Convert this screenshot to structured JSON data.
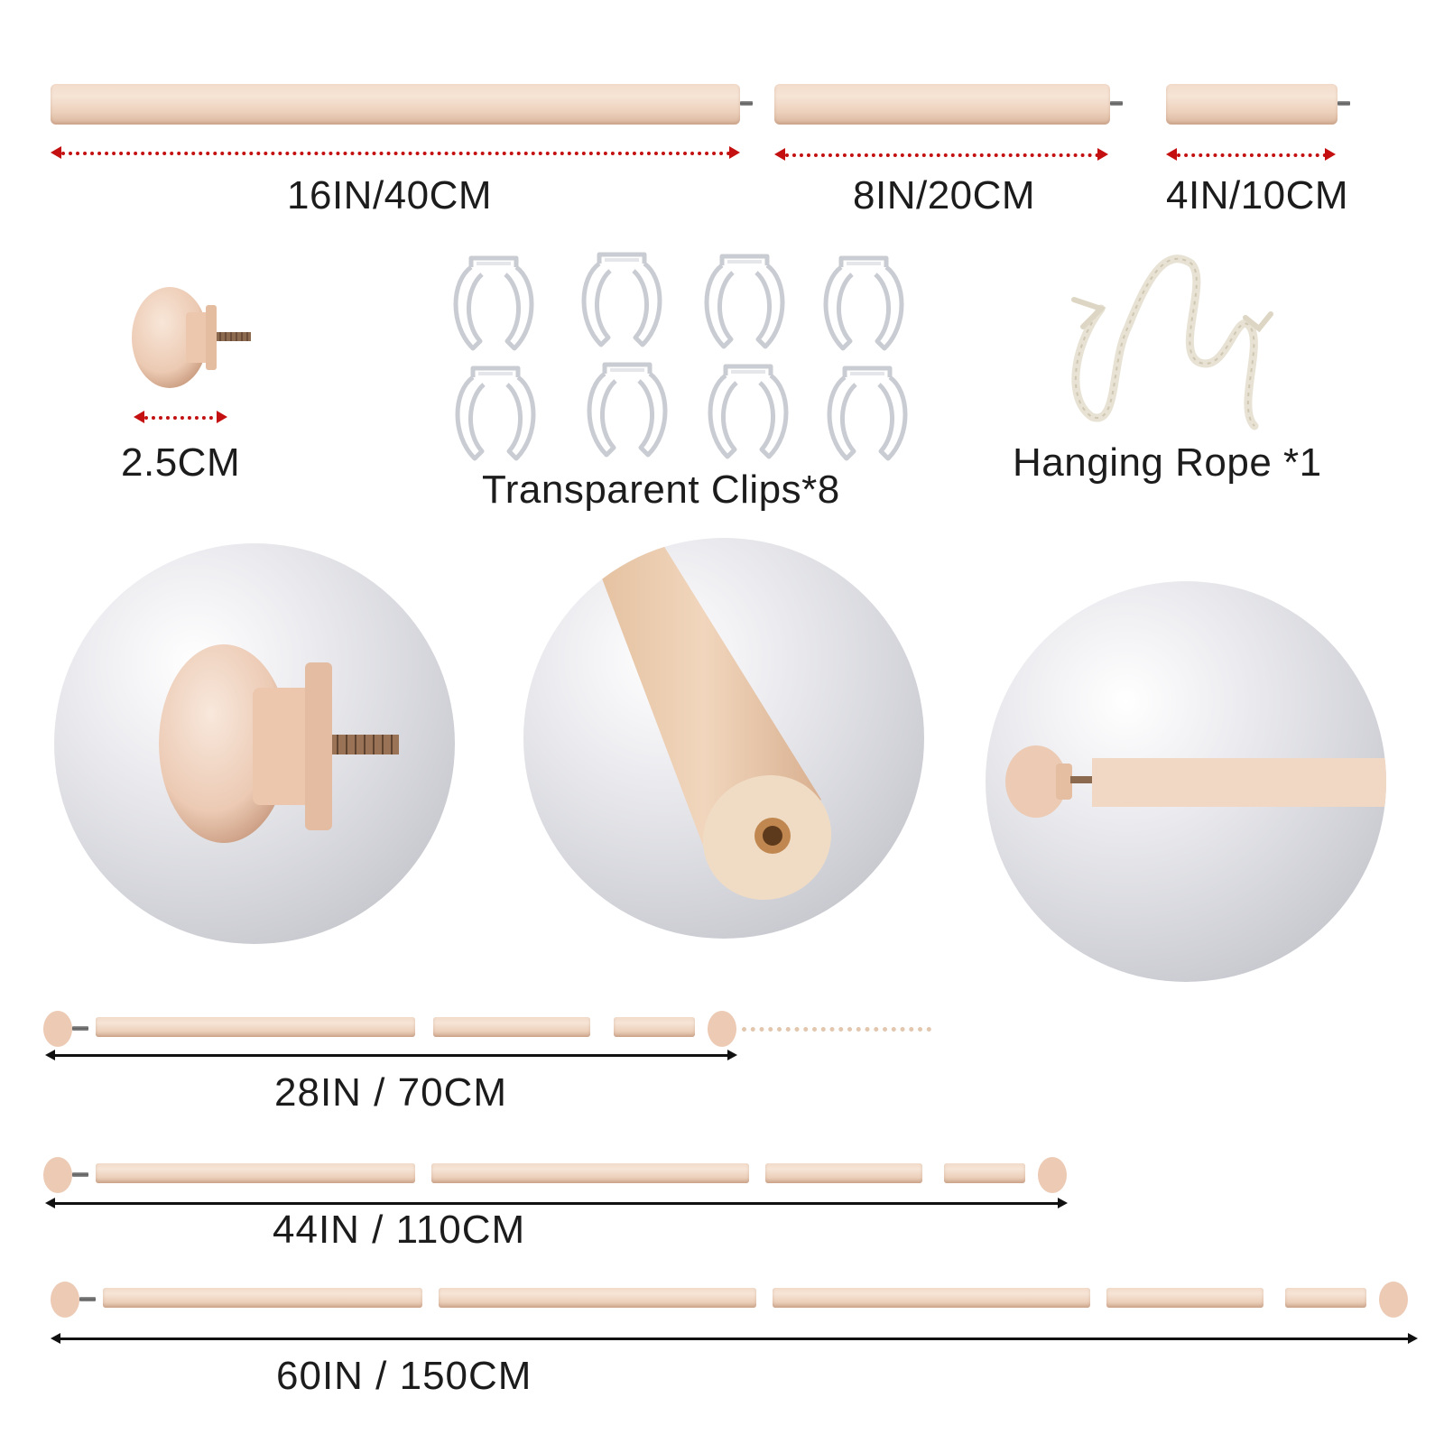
{
  "pieces": {
    "rod_long": {
      "label": "16IN/40CM"
    },
    "rod_mid": {
      "label": "8IN/20CM"
    },
    "rod_short": {
      "label": "4IN/10CM"
    }
  },
  "knob": {
    "label": "2.5CM"
  },
  "clips": {
    "label": "Transparent Clips*8",
    "count": 8
  },
  "rope": {
    "label": "Hanging Rope *1"
  },
  "assemblies": [
    {
      "label": "28IN / 70CM"
    },
    {
      "label": "44IN / 110CM"
    },
    {
      "label": "60IN / 150CM"
    }
  ],
  "colors": {
    "wood": "#f3dccb",
    "measure_red": "#c41010",
    "measure_black": "#111111"
  }
}
